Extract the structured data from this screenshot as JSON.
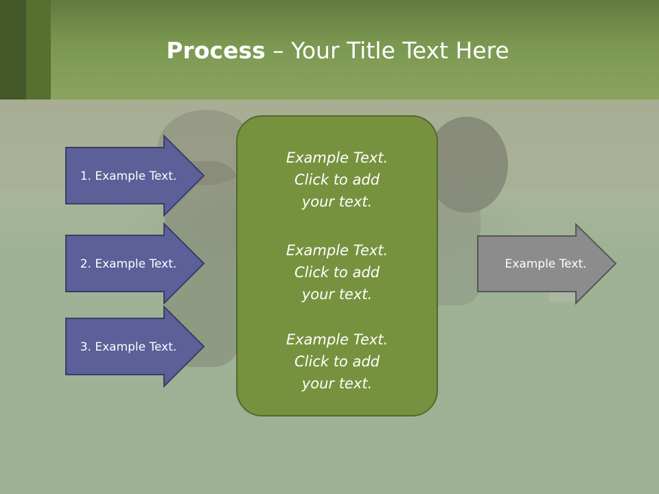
{
  "title": {
    "bold": "Process",
    "rest": " – Your Title Text Here"
  },
  "input_arrows": [
    {
      "label": "1. Example Text."
    },
    {
      "label": "2. Example Text."
    },
    {
      "label": "3. Example Text."
    }
  ],
  "center_blocks": [
    {
      "line1": "Example Text.",
      "line2": "Click  to add",
      "line3": "your text."
    },
    {
      "line1": "Example Text.",
      "line2": "Click  to add",
      "line3": "your text."
    },
    {
      "line1": "Example Text.",
      "line2": "Click  to add",
      "line3": "your text."
    }
  ],
  "output_arrow": {
    "label": "Example Text."
  },
  "colors": {
    "header_green": "#7b9851",
    "input_arrow_fill": "#5d5f99",
    "center_box_fill": "#77923f",
    "output_arrow_fill": "#8c8c8c"
  }
}
